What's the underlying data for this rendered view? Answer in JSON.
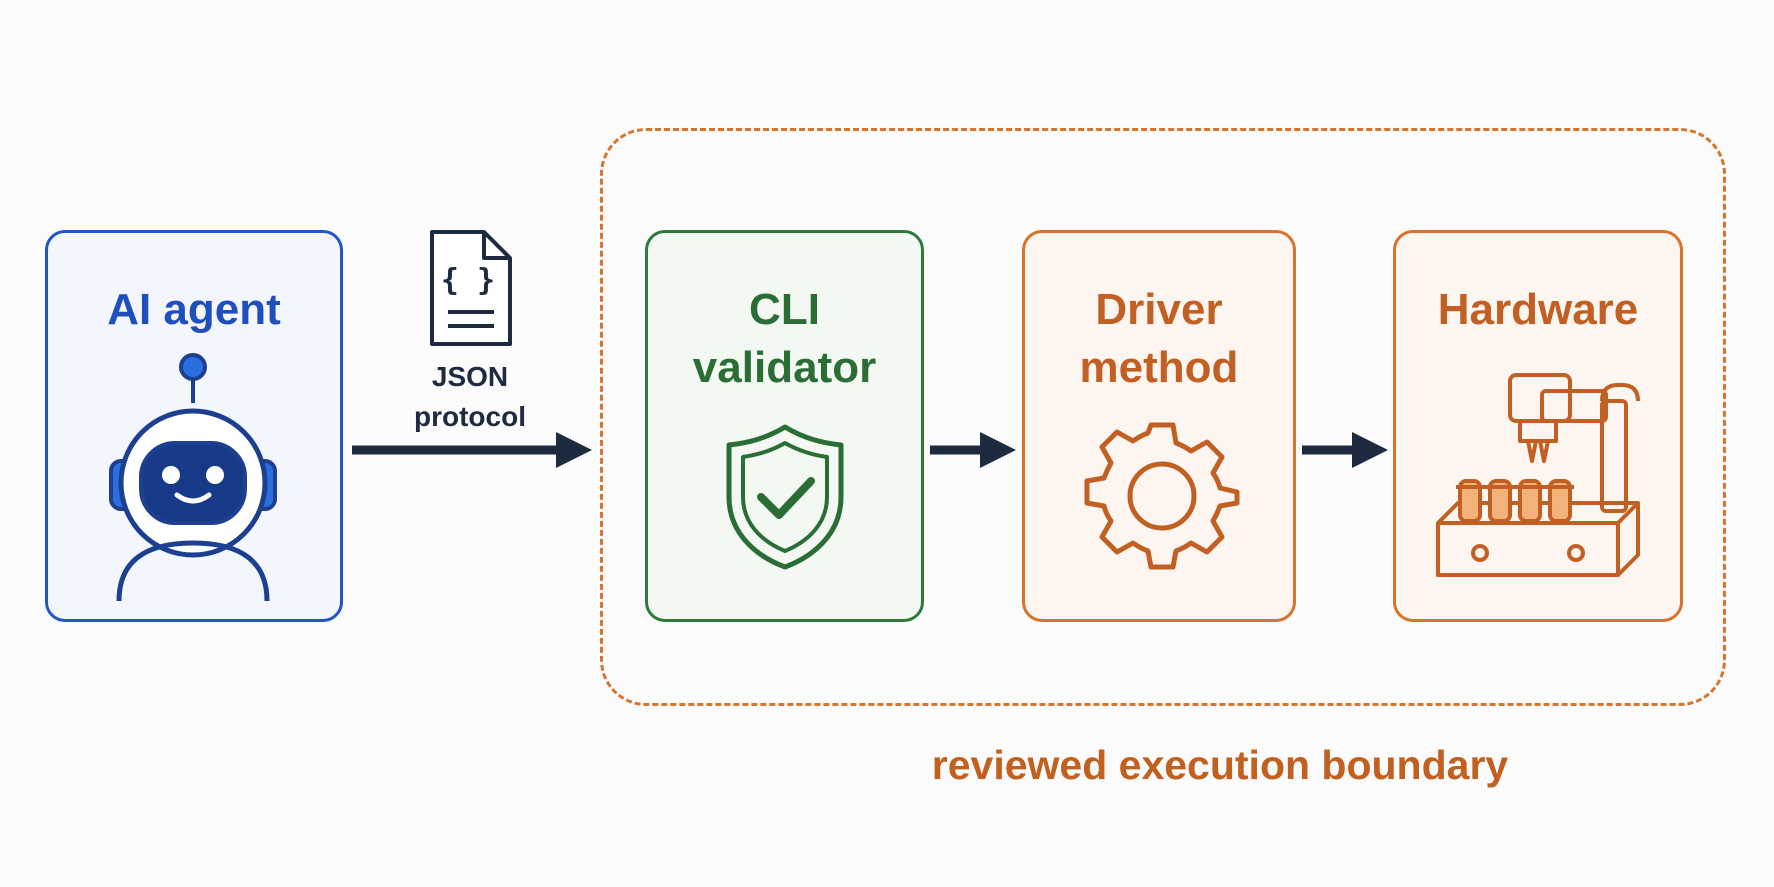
{
  "nodes": {
    "agent": {
      "title": "AI agent",
      "icon": "robot-icon"
    },
    "cli": {
      "title_line1": "CLI",
      "title_line2": "validator",
      "icon": "shield-check-icon"
    },
    "driver": {
      "title_line1": "Driver",
      "title_line2": "method",
      "icon": "gear-icon"
    },
    "hardware": {
      "title": "Hardware",
      "icon": "lab-robot-icon"
    }
  },
  "json_doc": {
    "line1": "JSON",
    "line2": "protocol",
    "icon": "json-document-icon",
    "braces": "{ }"
  },
  "boundary": {
    "label": "reviewed execution boundary"
  },
  "colors": {
    "agent": "#2155c8",
    "cli": "#2e7a3c",
    "orange": "#d9722a",
    "arrow": "#1e2a40"
  }
}
